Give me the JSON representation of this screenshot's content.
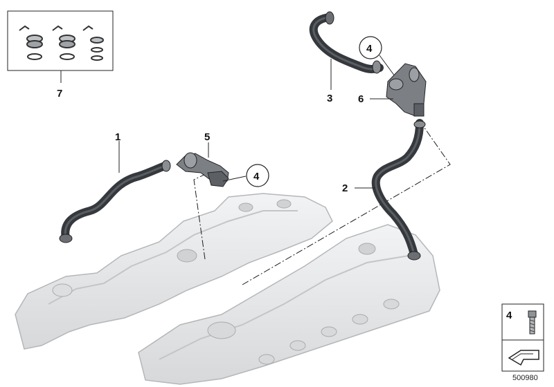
{
  "callouts": {
    "hose_1": "1",
    "hose_2": "2",
    "hose_3": "3",
    "circle_4_top": "4",
    "circle_4_mid": "4",
    "valve_5": "5",
    "valve_6": "6",
    "kit_7": "7"
  },
  "legend": {
    "item_number": "4"
  },
  "diagram_id": "500980",
  "colors": {
    "hose": "#3a3d42",
    "cover": "#e4e5e7",
    "cover_edge": "#b9bbbe",
    "line": "#1a1a1a"
  }
}
